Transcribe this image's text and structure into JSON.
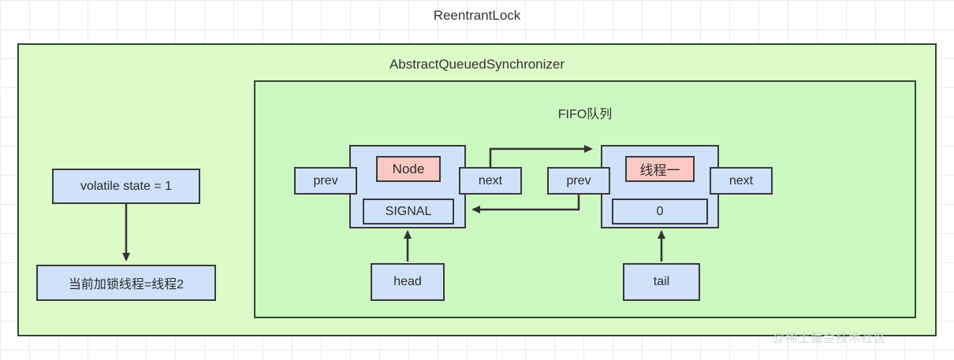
{
  "diagram": {
    "title": "ReentrantLock",
    "aqs_label": "AbstractQueuedSynchronizer",
    "fifo_label": "FIFO队列",
    "watermark": "@稀土掘金技术社区"
  },
  "left_column": {
    "state_box": "volatile state = 1",
    "thread_box": "当前加锁线程=线程2"
  },
  "nodes": [
    {
      "prev_label": "prev",
      "title": "Node",
      "sub": "SIGNAL",
      "next_label": "next",
      "pointer_label": "head"
    },
    {
      "prev_label": "prev",
      "title": "线程一",
      "sub": "0",
      "next_label": "next",
      "pointer_label": "tail"
    }
  ],
  "colors": {
    "outer_fill": "#ddfbc8",
    "fifo_fill": "#ccf9c2",
    "box_fill": "#cfe2fa",
    "highlight_fill": "#fbc9c4",
    "stroke": "#3a3a3a",
    "green_stroke": "#2e4a2e"
  }
}
